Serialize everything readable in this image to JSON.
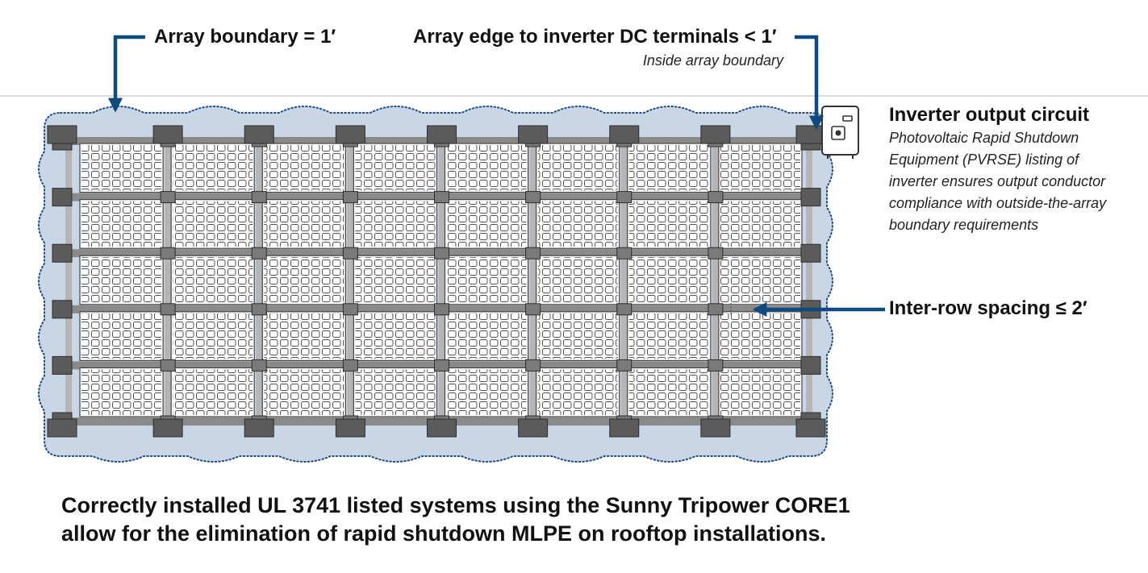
{
  "labels": {
    "array_boundary": "Array boundary = 1′",
    "array_edge": "Array edge to inverter DC terminals < 1′",
    "array_edge_sub": "Inside array boundary",
    "inverter_title": "Inverter output circuit",
    "inverter_desc": [
      "Photovoltaic Rapid Shutdown",
      "Equipment (PVRSE) listing of",
      "inverter ensures output conductor",
      "compliance with outside-the-array",
      "boundary requirements"
    ],
    "inter_row": "Inter-row spacing ≤ 2′"
  },
  "footer": {
    "line1": "Correctly installed UL 3741 listed systems using the Sunny Tripower CORE1",
    "line2": "allow for the elimination of rapid shutdown MLPE on rooftop installations."
  },
  "array": {
    "rows": 5,
    "columns": 8
  },
  "icons": {
    "inverter": "inverter-icon",
    "arrows": "arrow-icon"
  },
  "colors": {
    "boundary_fill": "#c9d6e6",
    "boundary_dot": "#1f4e85",
    "arrow": "#0e4a7f",
    "rail": "#8a8a8a",
    "clamp": "#5b5b5b",
    "panel_cell": "#d9d9d9"
  }
}
